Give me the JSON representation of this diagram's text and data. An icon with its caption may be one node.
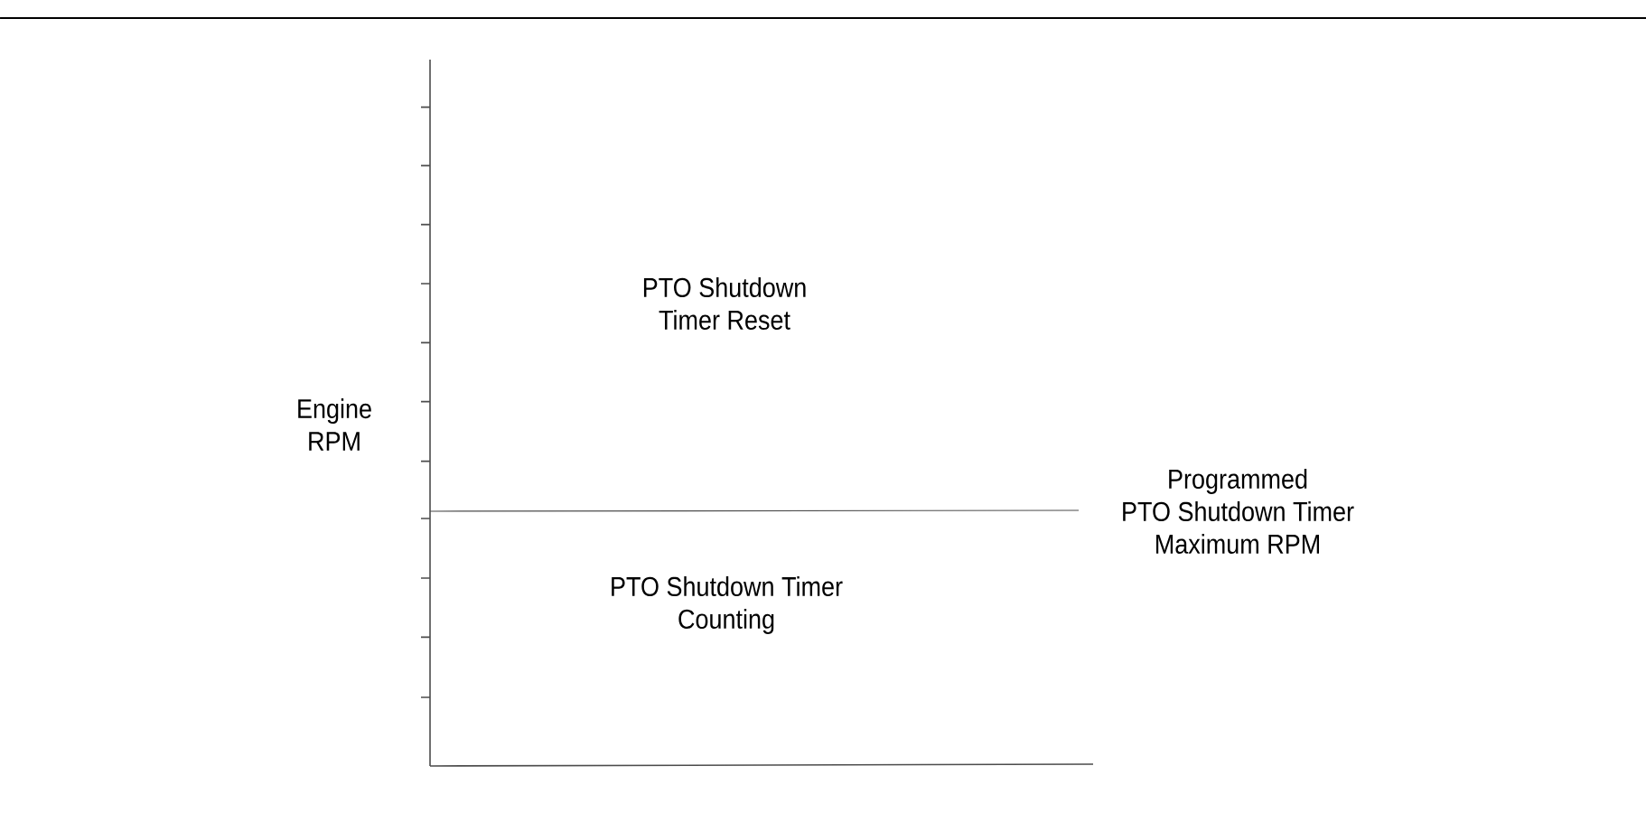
{
  "diagram": {
    "labels": [
      "PTO Shutdown Timer Reset",
      "Engine RPM",
      "Programmed PTO Shutdown Timer Maximum RPM",
      "PTO Shutdown Timer Counting"
    ]
  }
}
